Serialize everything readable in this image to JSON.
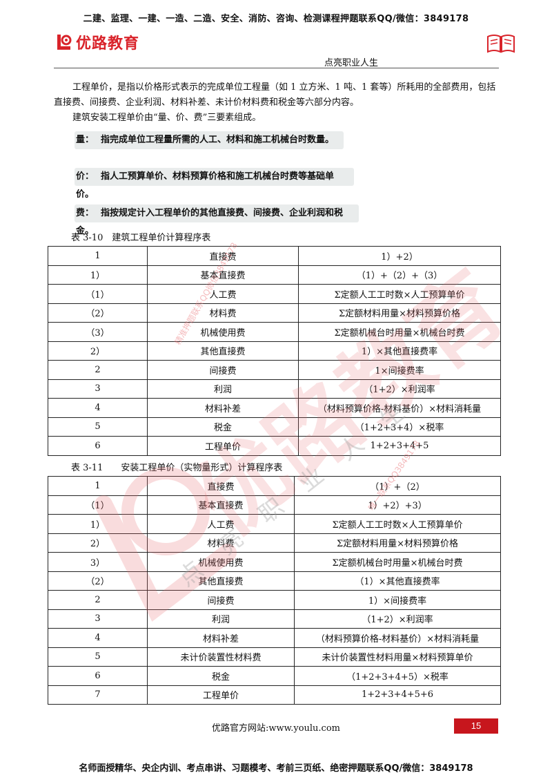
{
  "header": {
    "banner": "二建、监理、一建、一造、二造、安全、消防、咨询、检测课程押题联系QQ/微信：3849178",
    "logo_text": "优路教育",
    "tagline": "点亮职业人生",
    "book_icon": "open-book-icon"
  },
  "body": {
    "para1": "工程单价，是指以价格形式表示的完成单位工程量（如 1 立方米、1 吨、1 套等）所耗用的全部费用，包括直接费、间接费、企业利润、材料补差、未计价材料费和税金等六部分内容。",
    "para2": "建筑安装工程单价由“量、价、费”三要素组成。",
    "highlights": [
      {
        "key": "量：",
        "text": "指完成单位工程量所需的人工、材料和施工机械台时数量。"
      },
      {
        "key": "价：",
        "text": "指人工预算单价、材料预算价格和施工机械台时费等基础单价。"
      },
      {
        "key": "费：",
        "text": "指按规定计入工程单价的其他直接费、间接费、企业利润和税金。"
      }
    ]
  },
  "table1": {
    "caption": "表 3-10　建筑工程单价计算程序表",
    "rows": [
      [
        "1",
        "直接费",
        "1）+2）"
      ],
      [
        "1）",
        "基本直接费",
        "（1）+（2）+（3）"
      ],
      [
        "（1）",
        "人工费",
        "Σ定额人工工时数×人工预算单价"
      ],
      [
        "（2）",
        "材料费",
        "Σ定额材料用量×材料预算价格"
      ],
      [
        "（3）",
        "机械使用费",
        "Σ定额机械台时用量×机械台时费"
      ],
      [
        "2）",
        "其他直接费",
        "1）×其他直接费率"
      ],
      [
        "2",
        "间接费",
        "1×间接费率"
      ],
      [
        "3",
        "利润",
        "（1+2）×利润率"
      ],
      [
        "4",
        "材料补差",
        "（材料预算价格-材料基价）×材料消耗量"
      ],
      [
        "5",
        "税金",
        "（1+2+3+4）×税率"
      ],
      [
        "6",
        "工程单价",
        "1+2+3+4+5"
      ]
    ]
  },
  "table2": {
    "caption": "表 3-11　　安装工程单价（实物量形式）计算程序表",
    "rows": [
      [
        "1",
        "直接费",
        "（1）+（2）"
      ],
      [
        "（1）",
        "基本直接费",
        "1）+2）+3）"
      ],
      [
        "1）",
        "人工费",
        "Σ定额人工工时数×人工预算单价"
      ],
      [
        "2）",
        "材料费",
        "Σ定额材料用量×材料预算价格"
      ],
      [
        "3）",
        "机械使用费",
        "Σ定额机械台时用量×机械台时费"
      ],
      [
        "（2）",
        "其他直接费",
        "（1）×其他直接费率"
      ],
      [
        "2",
        "间接费",
        "1）×间接费率"
      ],
      [
        "3",
        "利润",
        "（1+2）×利润率"
      ],
      [
        "4",
        "材料补差",
        "（材料预算价格-材料基价）×材料消耗量"
      ],
      [
        "5",
        "未计价装置性材料费",
        "未计价装置性材料用量×材料预算单价"
      ],
      [
        "6",
        "税金",
        "（1+2+3+4+5）×税率"
      ],
      [
        "7",
        "工程单价",
        "1+2+3+4+5+6"
      ]
    ]
  },
  "footer": {
    "site": "优路官方网站:www.youlu.com",
    "page": "15",
    "banner": "名师面授精华、央企内训、考点串讲、习题模考、考前三页纸、绝密押题联系QQ/微信：3849178"
  },
  "watermark": {
    "brand": "优路教育",
    "slogan": "点亮职业人生",
    "contact1": "精准押题联系QQ微信3849178",
    "contact2": "唯一联系QQ3849178",
    "color": "#e8666a"
  }
}
